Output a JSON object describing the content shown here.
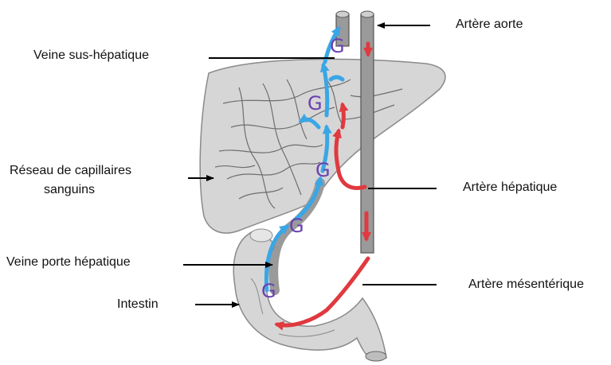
{
  "labels": {
    "aorte": "Artère aorte",
    "sus_hepatique": "Veine sus-hépatique",
    "capillaires_line1": "Réseau de capillaires",
    "capillaires_line2": "sanguins",
    "hepatique": "Artère hépatique",
    "porte": "Veine porte hépatique",
    "mesenterique": "Artère mésentérique",
    "intestin": "Intestin"
  },
  "glucose_marker": "G",
  "colors": {
    "venous_flow": "#3aa6e6",
    "arterial_flow": "#e0393f",
    "glucose": "#6a3fb0",
    "organ_fill": "#d6d6d6",
    "organ_outline": "#8a8a8a"
  }
}
